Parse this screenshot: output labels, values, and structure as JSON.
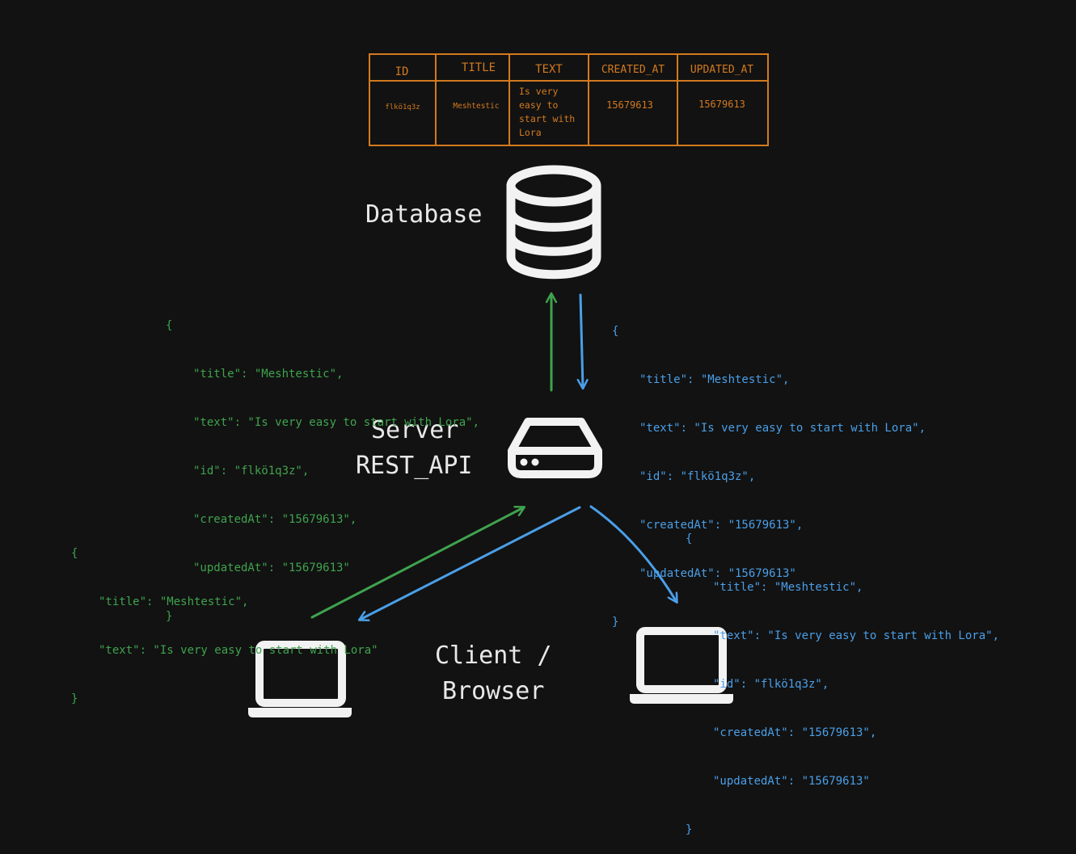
{
  "colors": {
    "background": "#121212",
    "table": "#d37a1f",
    "green": "#3fa34d",
    "blue": "#4a9fe8",
    "icon": "#f2f2f2",
    "label": "#e8e8e8"
  },
  "table": {
    "headers": [
      "ID",
      "TITLE",
      "TEXT",
      "CREATED_AT",
      "UPDATED_AT"
    ],
    "row": {
      "id": "flkö1q3z",
      "title": "Meshtestic",
      "text_lines": [
        "Is very",
        "easy to",
        "start with",
        "Lora"
      ],
      "created_at": "15679613",
      "updated_at": "15679613"
    }
  },
  "labels": {
    "database": "Database",
    "server_line1": "Server",
    "server_line2": "REST_API",
    "client_line1": "Client /",
    "client_line2": "Browser"
  },
  "icons": {
    "database": "database-icon",
    "server": "server-icon",
    "laptop_left": "laptop-icon",
    "laptop_right": "laptop-icon"
  },
  "json_db_request": {
    "open": "{",
    "lines": [
      "\"title\": \"Meshtestic\",",
      "\"text\": \"Is very easy to start with Lora\",",
      "\"id\": \"flkö1q3z\",",
      "\"createdAt\": \"15679613\",",
      "\"updatedAt\": \"15679613\""
    ],
    "close": "}"
  },
  "json_db_response": {
    "open": "{",
    "lines": [
      "\"title\": \"Meshtestic\",",
      "\"text\": \"Is very easy to start with Lora\",",
      "\"id\": \"flkö1q3z\",",
      "\"createdAt\": \"15679613\",",
      "\"updatedAt\": \"15679613\""
    ],
    "close": "}"
  },
  "json_client_request": {
    "open": "{",
    "lines": [
      "\"title\": \"Meshtestic\",",
      "\"text\": \"Is very easy to start with Lora\""
    ],
    "close": "}"
  },
  "json_client_response": {
    "open": "{",
    "lines": [
      "\"title\": \"Meshtestic\",",
      "\"text\": \"Is very easy to start with Lora\",",
      "\"id\": \"flkö1q3z\",",
      "\"createdAt\": \"15679613\",",
      "\"updatedAt\": \"15679613\""
    ],
    "close": "}"
  }
}
